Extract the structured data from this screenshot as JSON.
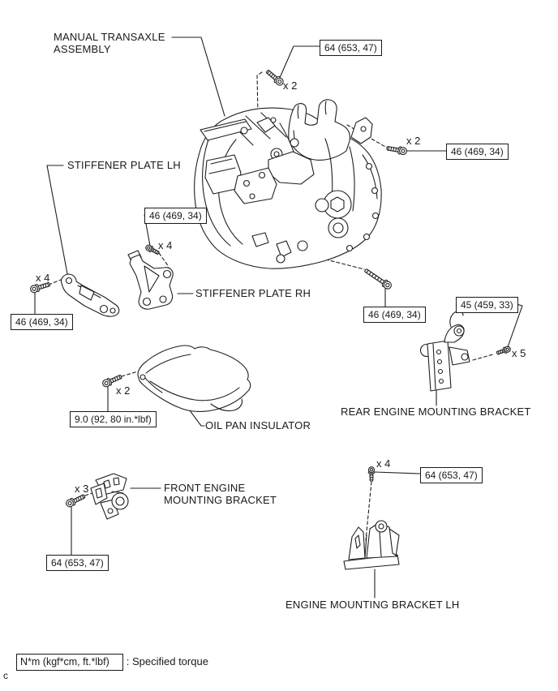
{
  "page": {
    "marker": "c"
  },
  "legend": {
    "unit_box": "N*m (kgf*cm, ft.*lbf)",
    "note": ": Specified torque"
  },
  "labels": [
    {
      "id": "manual-transaxle-assembly",
      "text": "MANUAL TRANSAXLE ASSEMBLY"
    },
    {
      "id": "stiffener-plate-lh",
      "text": "STIFFENER PLATE LH"
    },
    {
      "id": "stiffener-plate-rh",
      "text": "STIFFENER PLATE RH"
    },
    {
      "id": "oil-pan-insulator",
      "text": "OIL PAN INSULATOR"
    },
    {
      "id": "rear-engine-mounting-bracket",
      "text": "REAR ENGINE MOUNTING BRACKET"
    },
    {
      "id": "front-engine-mounting-bracket",
      "text": "FRONT ENGINE MOUNTING BRACKET"
    },
    {
      "id": "engine-mounting-bracket-lh",
      "text": "ENGINE MOUNTING BRACKET LH"
    }
  ],
  "torque_boxes": [
    {
      "location": "transaxle-top-bolts",
      "value": "64 (653, 47)"
    },
    {
      "location": "transaxle-right-bolts",
      "value": "46 (469, 34)"
    },
    {
      "location": "stiffener-plate-rh-bolts",
      "value": "46 (469, 34)"
    },
    {
      "location": "stiffener-plate-lh-bolts",
      "value": "46 (469, 34)"
    },
    {
      "location": "transaxle-lower-bolt",
      "value": "46 (469, 34)"
    },
    {
      "location": "rear-bracket-bolts",
      "value": "45 (459, 33)"
    },
    {
      "location": "oil-pan-insulator-bolts",
      "value": "9.0 (92, 80 in.*lbf)"
    },
    {
      "location": "front-bracket-bolts",
      "value": "64 (653, 47)"
    },
    {
      "location": "engine-bracket-lh-bolts",
      "value": "64 (653, 47)"
    }
  ],
  "multipliers": [
    {
      "location": "transaxle-top-bolts",
      "value": "x 2"
    },
    {
      "location": "transaxle-right-bolts",
      "value": "x 2"
    },
    {
      "location": "stiffener-plate-rh-bolts",
      "value": "x 4"
    },
    {
      "location": "stiffener-plate-lh-bolts",
      "value": "x 4"
    },
    {
      "location": "rear-bracket-bolts",
      "value": "x 5"
    },
    {
      "location": "oil-pan-insulator-bolts",
      "value": "x 2"
    },
    {
      "location": "front-bracket-bolts",
      "value": "x 3"
    },
    {
      "location": "engine-bracket-lh-bolts",
      "value": "x 4"
    }
  ],
  "colors": {
    "ink": "#1f1f1f",
    "background": "#ffffff"
  }
}
